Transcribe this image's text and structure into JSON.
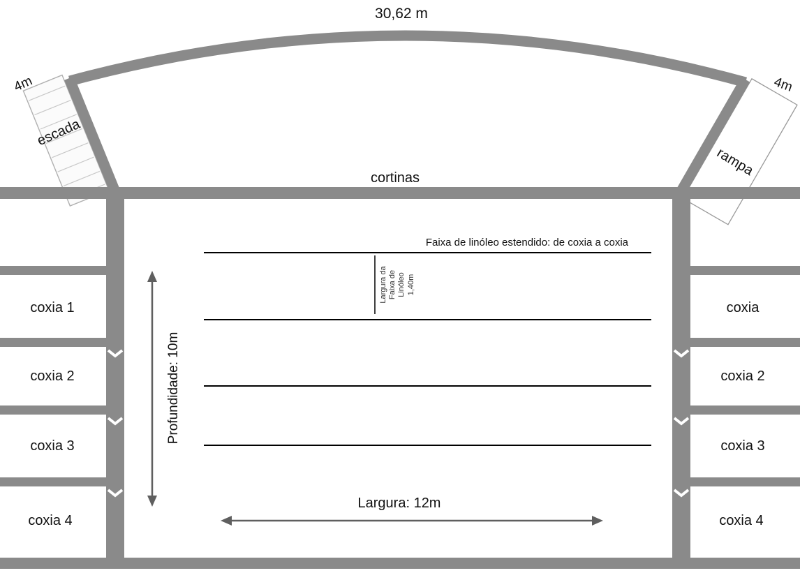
{
  "header": {
    "top_dimension": "30,62 m"
  },
  "stage": {
    "cortinas_label": "cortinas",
    "escada_label": "escada",
    "rampa_label": "rampa",
    "escada_width": "4m",
    "rampa_width": "4m"
  },
  "linoleum": {
    "note": "Faixa de linóleo estendido: de coxia a coxia",
    "strip_label_lines": [
      "Largura da",
      "Faixa de",
      "Linóleo",
      "1,40m"
    ],
    "strip_count": 4
  },
  "dimensions": {
    "depth": "Profundidade: 10m",
    "width": "Largura: 12m"
  },
  "wings": {
    "left": [
      "coxia 1",
      "coxia 2",
      "coxia 3",
      "coxia 4"
    ],
    "right": [
      "coxia",
      "coxia 2",
      "coxia 3",
      "coxia 4"
    ]
  },
  "colors": {
    "wall": "#8a8a8a",
    "line": "#000000",
    "arrow": "#5f5f5f",
    "hatch": "#c8c8c8"
  }
}
